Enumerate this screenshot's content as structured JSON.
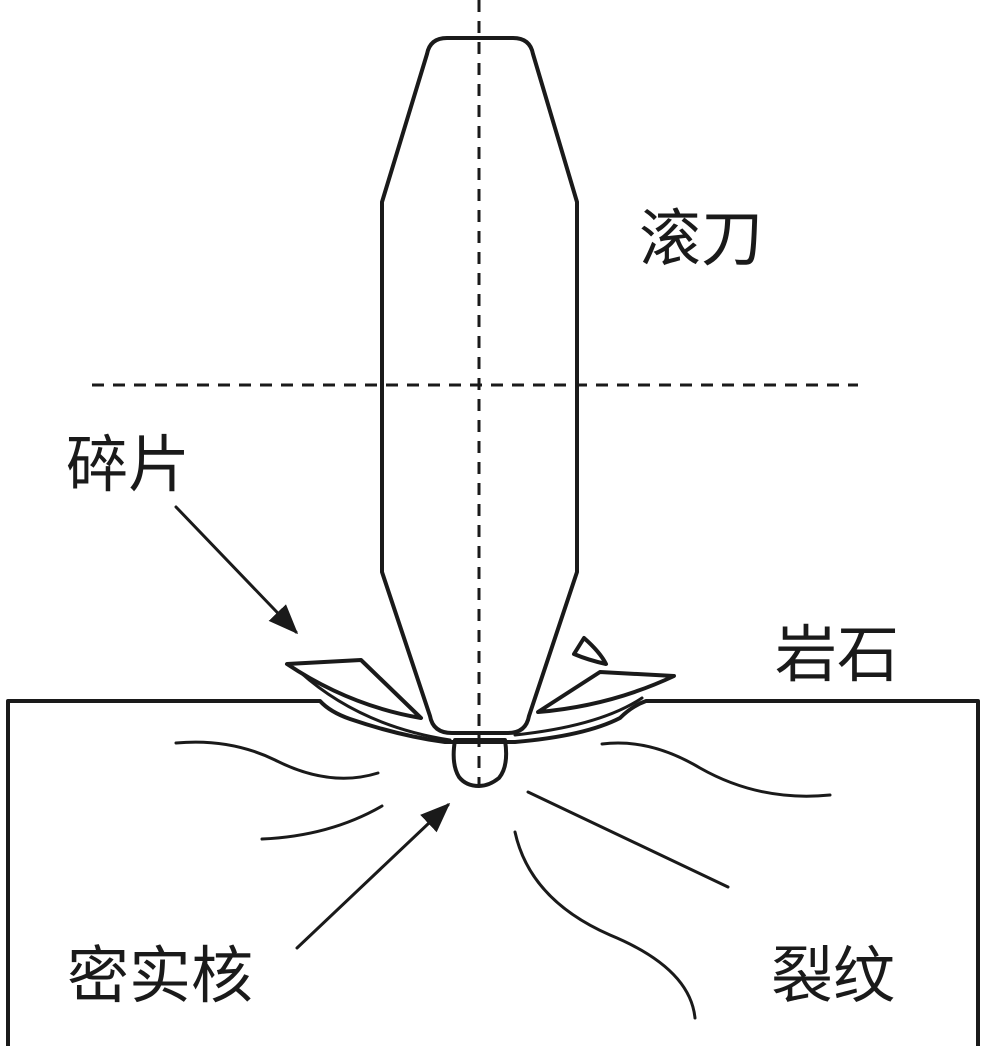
{
  "labels": {
    "cutter": "滚刀",
    "chips": "碎片",
    "rock": "岩石",
    "crushed_core": "密实核",
    "cracks": "裂纹"
  },
  "colors": {
    "line": "#1a1a1a",
    "background": "#ffffff"
  }
}
